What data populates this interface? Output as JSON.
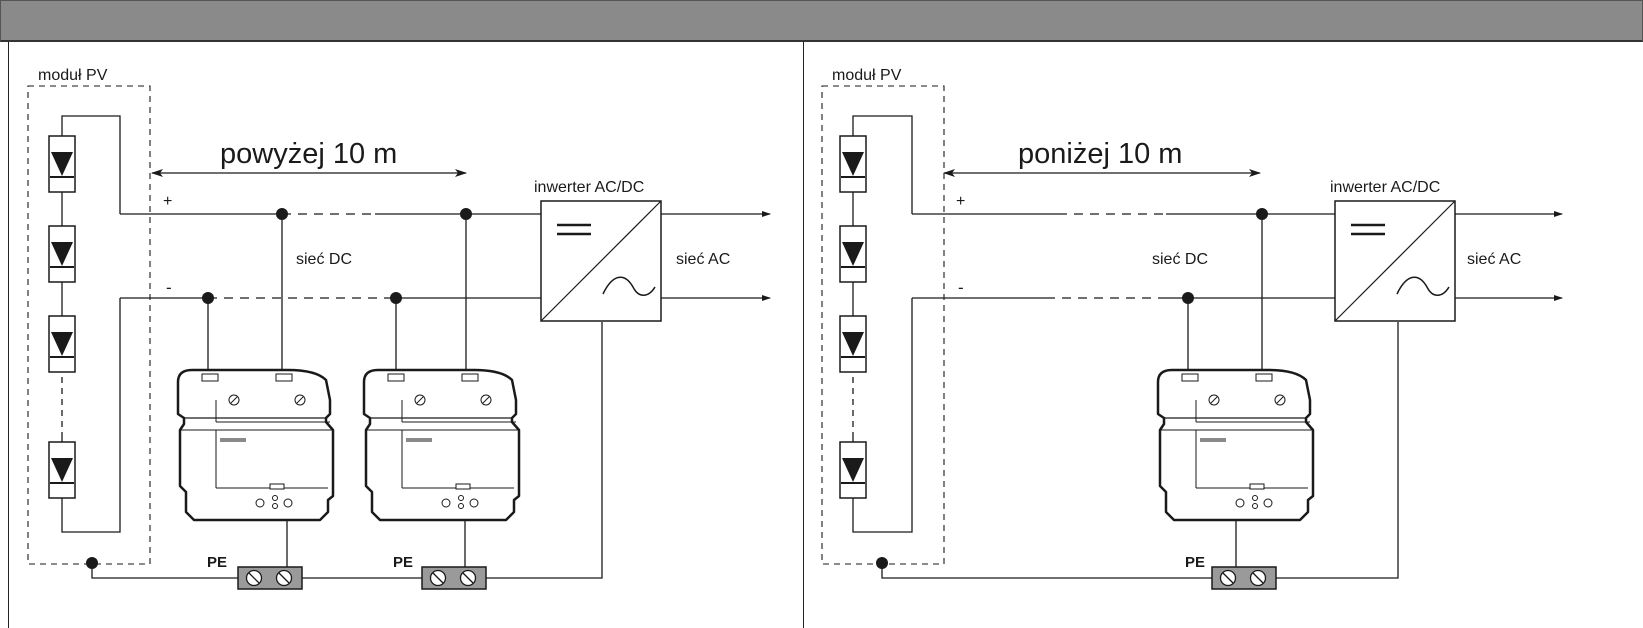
{
  "left": {
    "module_label": "moduł PV",
    "distance_label": "powyżej 10 m",
    "inverter_label": "inwerter AC/DC",
    "dc_label": "sieć DC",
    "ac_label": "sieć AC",
    "plus_label": "+",
    "minus_label": "-",
    "pe_labels": [
      "PE",
      "PE"
    ]
  },
  "right": {
    "module_label": "moduł PV",
    "distance_label": "poniżej 10 m",
    "inverter_label": "inwerter AC/DC",
    "dc_label": "sieć DC",
    "ac_label": "sieć AC",
    "plus_label": "+",
    "minus_label": "-",
    "pe_labels": [
      "PE"
    ]
  },
  "colors": {
    "header_bar": "#8a8a8a",
    "line": "#1a1a1a",
    "device_fill": "#ffffff",
    "terminal_fill": "#9a9a9a"
  }
}
